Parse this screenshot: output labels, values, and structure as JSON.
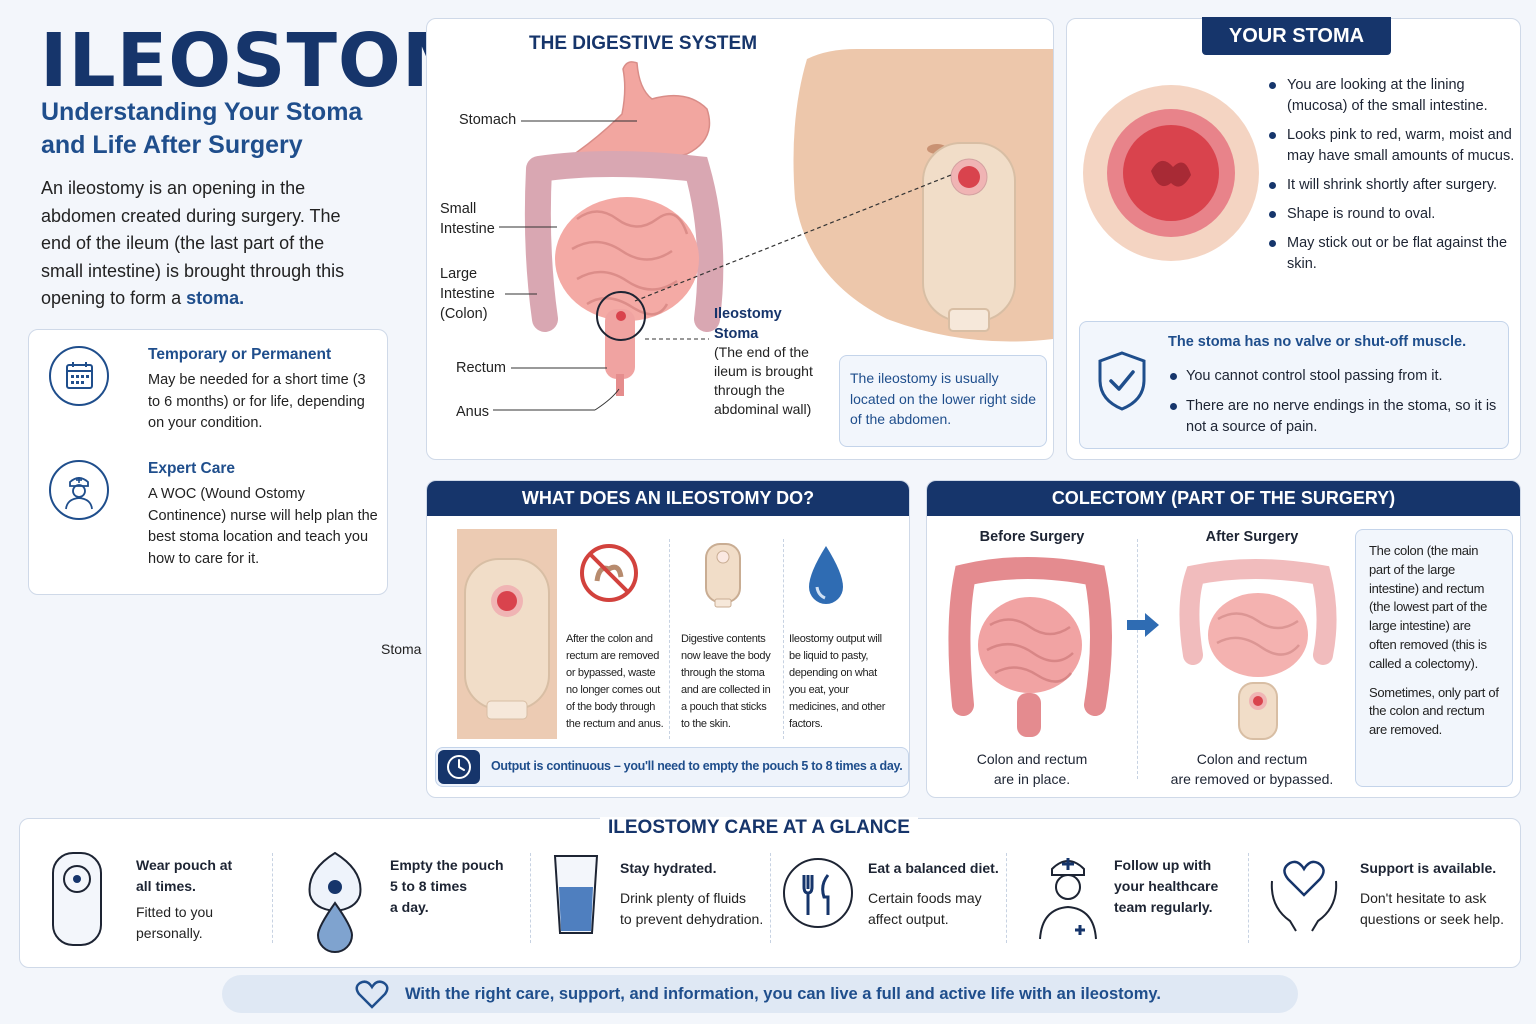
{
  "header": {
    "title": "ILEOSTOMY",
    "subtitle": "Understanding Your Stoma and Life After Surgery",
    "intro": "An ileostomy is an opening in the abdomen created during surgery. The end of the ileum (the last part of the small intestine) is brought through this opening to form a",
    "intro_highlight": "stoma."
  },
  "info_card": {
    "items": [
      {
        "heading": "Temporary or Permanent",
        "body": "May be needed for a short time (3 to 6 months) or for life, depending on your condition.",
        "icon": "calendar-icon"
      },
      {
        "heading": "Expert Care",
        "body": "A WOC (Wound Ostomy Continence) nurse will help plan the best stoma location and teach you how to care for it.",
        "icon": "nurse-icon"
      }
    ]
  },
  "digestive": {
    "title": "THE DIGESTIVE SYSTEM",
    "labels": {
      "stomach": "Stomach",
      "small_intestine": "Small\nIntestine",
      "large_intestine": "Large\nIntestine\n(Colon)",
      "rectum": "Rectum",
      "anus": "Anus",
      "ileostomy_stoma": "Ileostomy\nStoma",
      "ileostomy_desc": "(The end of the\nileum is brought\nthrough the\nabdominal wall)"
    },
    "location_note": "The ileostomy is usually located on the lower right side of the abdomen."
  },
  "stoma": {
    "title": "YOUR STOMA",
    "points": [
      "You are looking at the lining (mucosa) of the small intestine.",
      "Looks pink to red, warm, moist and may have small amounts of mucus.",
      "It will shrink shortly after surgery.",
      "Shape is round to oval.",
      "May stick out or be flat against the skin."
    ],
    "valve_heading": "The stoma has no valve or shut-off muscle.",
    "valve_points": [
      "You cannot control stool passing from it.",
      "There are no nerve endings in the stoma, so it is not a source of pain."
    ]
  },
  "what_does": {
    "title": "WHAT DOES AN ILEOSTOMY DO?",
    "stoma_label": "Stoma",
    "columns": [
      "After the colon and rectum are removed or bypassed, waste no longer comes out of the body through the rectum and anus.",
      "Digestive contents now leave the body through the stoma and are collected in a pouch that sticks to the skin.",
      "Ileostomy output will be liquid to pasty, depending on what you eat, your medicines, and other factors."
    ],
    "output_note": "Output is continuous – you'll need to empty the pouch 5 to 8 times a day."
  },
  "colectomy": {
    "title": "COLECTOMY (PART OF THE SURGERY)",
    "before_heading": "Before Surgery",
    "before_caption": "Colon and rectum\nare in place.",
    "after_heading": "After Surgery",
    "after_caption": "Colon and rectum\nare removed or bypassed.",
    "note1": "The colon (the main part of the large intestine) and rectum (the lowest part of the large intestine) are often removed (this is called a colectomy).",
    "note2": "Sometimes, only part of the colon and rectum are removed."
  },
  "care": {
    "title": "ILEOSTOMY CARE AT A GLANCE",
    "items": [
      {
        "heading": "Wear pouch at\nall times.",
        "body": "Fitted to you\npersonally.",
        "icon": "pouch-icon"
      },
      {
        "heading": "Empty the pouch\n5 to 8 times\na day.",
        "body": "",
        "icon": "drain-icon"
      },
      {
        "heading": "Stay hydrated.",
        "body": "Drink plenty of fluids\nto prevent dehydration.",
        "icon": "water-glass-icon"
      },
      {
        "heading": "Eat a balanced diet.",
        "body": "Certain foods may\naffect output.",
        "icon": "fork-knife-icon"
      },
      {
        "heading": "Follow up with\nyour healthcare\nteam regularly.",
        "body": "",
        "icon": "nurse-icon"
      },
      {
        "heading": "Support is available.",
        "body": "Don't hesitate to ask\nquestions or seek help.",
        "icon": "heart-hands-icon"
      }
    ]
  },
  "footer": {
    "text": "With the right care, support, and information, you can live a full and active life with an ileostomy."
  },
  "colors": {
    "navy": "#16356b",
    "accent_blue": "#1f4e8c",
    "tissue_pink": "#e8838a",
    "stoma_red": "#d9434d",
    "pouch_beige": "#f1ddc8"
  }
}
